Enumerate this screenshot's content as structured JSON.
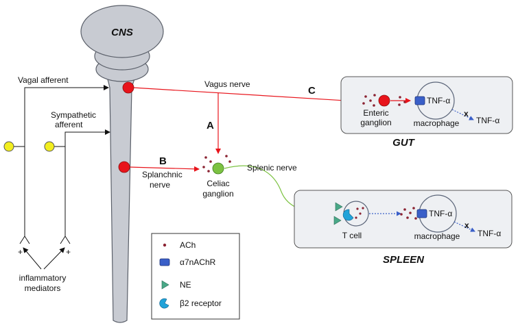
{
  "cns": {
    "label": "CNS"
  },
  "afferents": {
    "vagal": "Vagal afferent",
    "sympathetic_line1": "Sympathetic",
    "sympathetic_line2": "afferent",
    "plus_sign": "+",
    "mediators_line1": "inflammatory",
    "mediators_line2": "mediators"
  },
  "pathways": {
    "vagus_nerve": "Vagus nerve",
    "splanchnic_line1": "Splanchnic",
    "splanchnic_line2": "nerve",
    "splenic_nerve": "Splenic nerve",
    "label_a": "A",
    "label_b": "B",
    "label_c": "C"
  },
  "ganglia": {
    "celiac_line1": "Celiac",
    "celiac_line2": "ganglion",
    "enteric_line1": "Enteric",
    "enteric_line2": "ganglion"
  },
  "gut": {
    "title": "GUT",
    "tnf_inside": "TNF-α",
    "macrophage": "macrophage",
    "tnf_released": "TNF-α",
    "block_mark": "x"
  },
  "spleen": {
    "title": "SPLEEN",
    "t_cell": "T cell",
    "tnf_inside": "TNF-α",
    "macrophage": "macrophage",
    "tnf_released": "TNF-α",
    "block_mark": "x"
  },
  "legend": {
    "items": [
      {
        "icon": "ach-dot-icon",
        "label": "ACh"
      },
      {
        "icon": "a7nachr-icon",
        "label": "α7nAChR"
      },
      {
        "icon": "ne-triangle-icon",
        "label": "NE"
      },
      {
        "icon": "b2-receptor-icon",
        "label": "β2 receptor"
      }
    ]
  },
  "colors": {
    "cns_fill": "#c8cbd2",
    "neuron_red": "#e8141b",
    "ganglion_green": "#7cc242",
    "afferent_yellow": "#f2ee1f",
    "ach_dot": "#8b2332",
    "receptor_blue": "#3a5fc8",
    "ne_green": "#49a887",
    "b2_cyan": "#22a3d9",
    "box_fill": "#eef0f3"
  }
}
